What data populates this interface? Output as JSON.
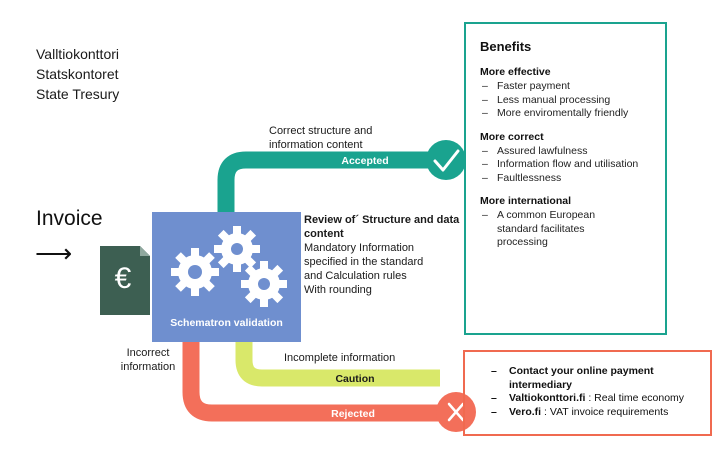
{
  "org": [
    "Valltiokonttori",
    "Statskontoret",
    "State Tresury"
  ],
  "invoice": {
    "title": "Invoice",
    "euro_symbol": "€"
  },
  "engine": {
    "label": "Schematron validation"
  },
  "review": {
    "heading": "Review of´ Structure and data content",
    "lines": [
      "Mandatory Information",
      "specified in the standard",
      "and Calculation rules",
      "With rounding"
    ]
  },
  "paths": {
    "accepted": {
      "caption_lines": [
        "Correct structure and",
        "information content"
      ],
      "bar_label": "Accepted",
      "color": "#1aa38f"
    },
    "caution": {
      "caption": "Incomplete information",
      "bar_label": "Caution",
      "color": "#d9e86a"
    },
    "rejected": {
      "caption_lines": [
        "Incorrect",
        "information"
      ],
      "bar_label": "Rejected",
      "color": "#f36f5a"
    }
  },
  "benefits": {
    "title": "Benefits",
    "sections": [
      {
        "heading": "More effective",
        "items": [
          "Faster payment",
          "Less manual processing",
          "More enviromentally friendly"
        ]
      },
      {
        "heading": "More correct",
        "items": [
          "Assured lawfulness",
          "Information flow and utilisation",
          "Faultlessness"
        ]
      },
      {
        "heading": "More international",
        "items": [
          "A common European standard facilitates  processing"
        ]
      }
    ],
    "border_color": "#1aa38f"
  },
  "requirements": {
    "items": [
      {
        "bold": "Contact your online payment intermediary",
        "text": ""
      },
      {
        "bold": "Valtiokonttori.fi",
        "text": " : Real time economy"
      },
      {
        "bold": "Vero.fi",
        "text": " : VAT invoice requirements"
      }
    ],
    "border_color": "#f06a50"
  },
  "icons": {
    "accepted": "check-icon",
    "rejected": "x-icon",
    "document": "euro-document-icon",
    "engine": "gears-icon"
  }
}
